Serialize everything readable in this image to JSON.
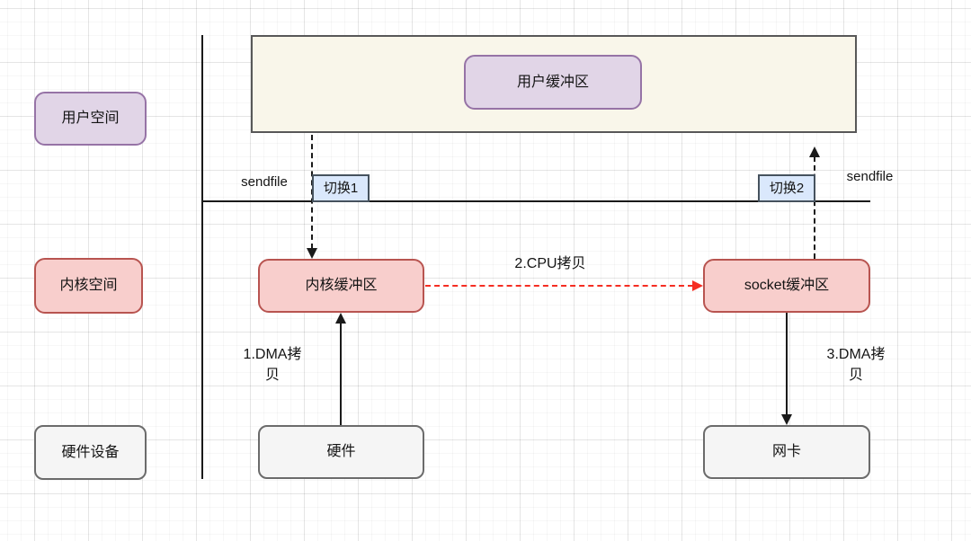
{
  "diagram": {
    "lanes": {
      "user_space": "用户空间",
      "kernel_space": "内核空间",
      "hardware_device": "硬件设备"
    },
    "nodes": {
      "user_buffer": "用户缓冲区",
      "kernel_buffer": "内核缓冲区",
      "socket_buffer": "socket缓冲区",
      "hardware": "硬件",
      "nic": "网卡",
      "switch1": "切换1",
      "switch2": "切换2"
    },
    "labels": {
      "sendfile_left": "sendfile",
      "sendfile_right": "sendfile",
      "cpu_copy": "2.CPU拷贝",
      "dma_copy_1_line1": "1.DMA拷",
      "dma_copy_1_line2": "贝",
      "dma_copy_3_line1": "3.DMA拷",
      "dma_copy_3_line2": "贝"
    },
    "colors": {
      "purple_fill": "#e1d5e7",
      "purple_border": "#9673a6",
      "pink_fill": "#f8cecc",
      "pink_border": "#b85450",
      "gray_fill": "#f5f5f5",
      "gray_border": "#6b6b6b",
      "blue_fill": "#dae8fc",
      "blue_border": "#46525e",
      "band_fill": "#f9f6ea",
      "band_border": "#585858",
      "line_color": "#1a1a1a",
      "red_arrow": "#f52d22"
    }
  }
}
